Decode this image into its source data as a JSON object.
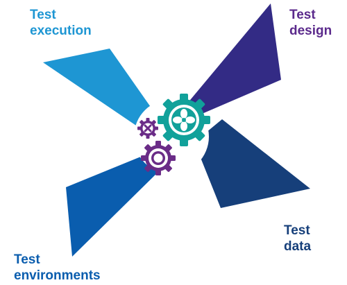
{
  "labels": {
    "test_execution": {
      "line1": "Test",
      "line2": "execution"
    },
    "test_design": {
      "line1": "Test",
      "line2": "design"
    },
    "test_data": {
      "line1": "Test",
      "line2": "data"
    },
    "test_environments": {
      "line1": "Test",
      "line2": "environments"
    }
  },
  "colors": {
    "test_execution": "#1E96D3",
    "test_design": "#332B85",
    "test_data": "#163F7A",
    "test_environments": "#0A5DAE",
    "label_execution": "#1E96D3",
    "label_design": "#5B2A8C",
    "label_data": "#163F7A",
    "label_environments": "#0A5DAE",
    "gear_large": "#11A19A",
    "gear_small": "#6A2C87"
  },
  "icons": {
    "center_large": "gear-icon",
    "center_small_top": "gear-x-icon",
    "center_small_bottom": "gear-ring-icon"
  }
}
